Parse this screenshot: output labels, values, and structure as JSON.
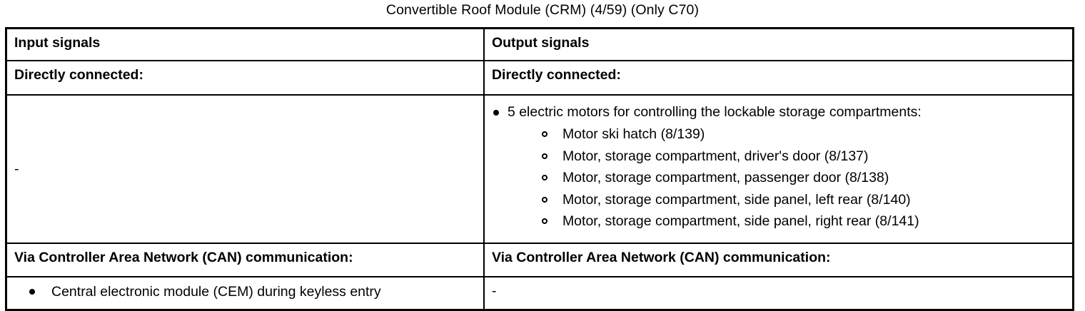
{
  "title": "Convertible Roof Module (CRM) (4/59) (Only C70)",
  "table": {
    "headers": {
      "input": "Input signals",
      "output": "Output signals"
    },
    "rows": [
      {
        "key": "directly-connected",
        "left_header": "Directly connected:",
        "right_header": "Directly connected:"
      },
      {
        "key": "directly-connected-body",
        "left_value": "-",
        "right_bullets": [
          {
            "text": "5 electric motors for controlling the lockable storage compartments:",
            "sub_items": [
              "Motor ski hatch (8/139)",
              "Motor, storage compartment, driver's door (8/137)",
              "Motor, storage compartment, passenger door (8/138)",
              "Motor, storage compartment, side panel, left rear (8/140)",
              "Motor, storage compartment, side panel, right rear (8/141)"
            ]
          }
        ]
      },
      {
        "key": "can-communication",
        "left_header": "Via Controller Area Network (CAN) communication:",
        "right_header": "Via Controller Area Network (CAN) communication:"
      },
      {
        "key": "can-communication-body",
        "left_bullets": [
          "Central electronic module (CEM) during keyless entry"
        ],
        "right_value": "-"
      }
    ]
  },
  "colors": {
    "text": "#000000",
    "border": "#000000",
    "background": "#ffffff"
  }
}
